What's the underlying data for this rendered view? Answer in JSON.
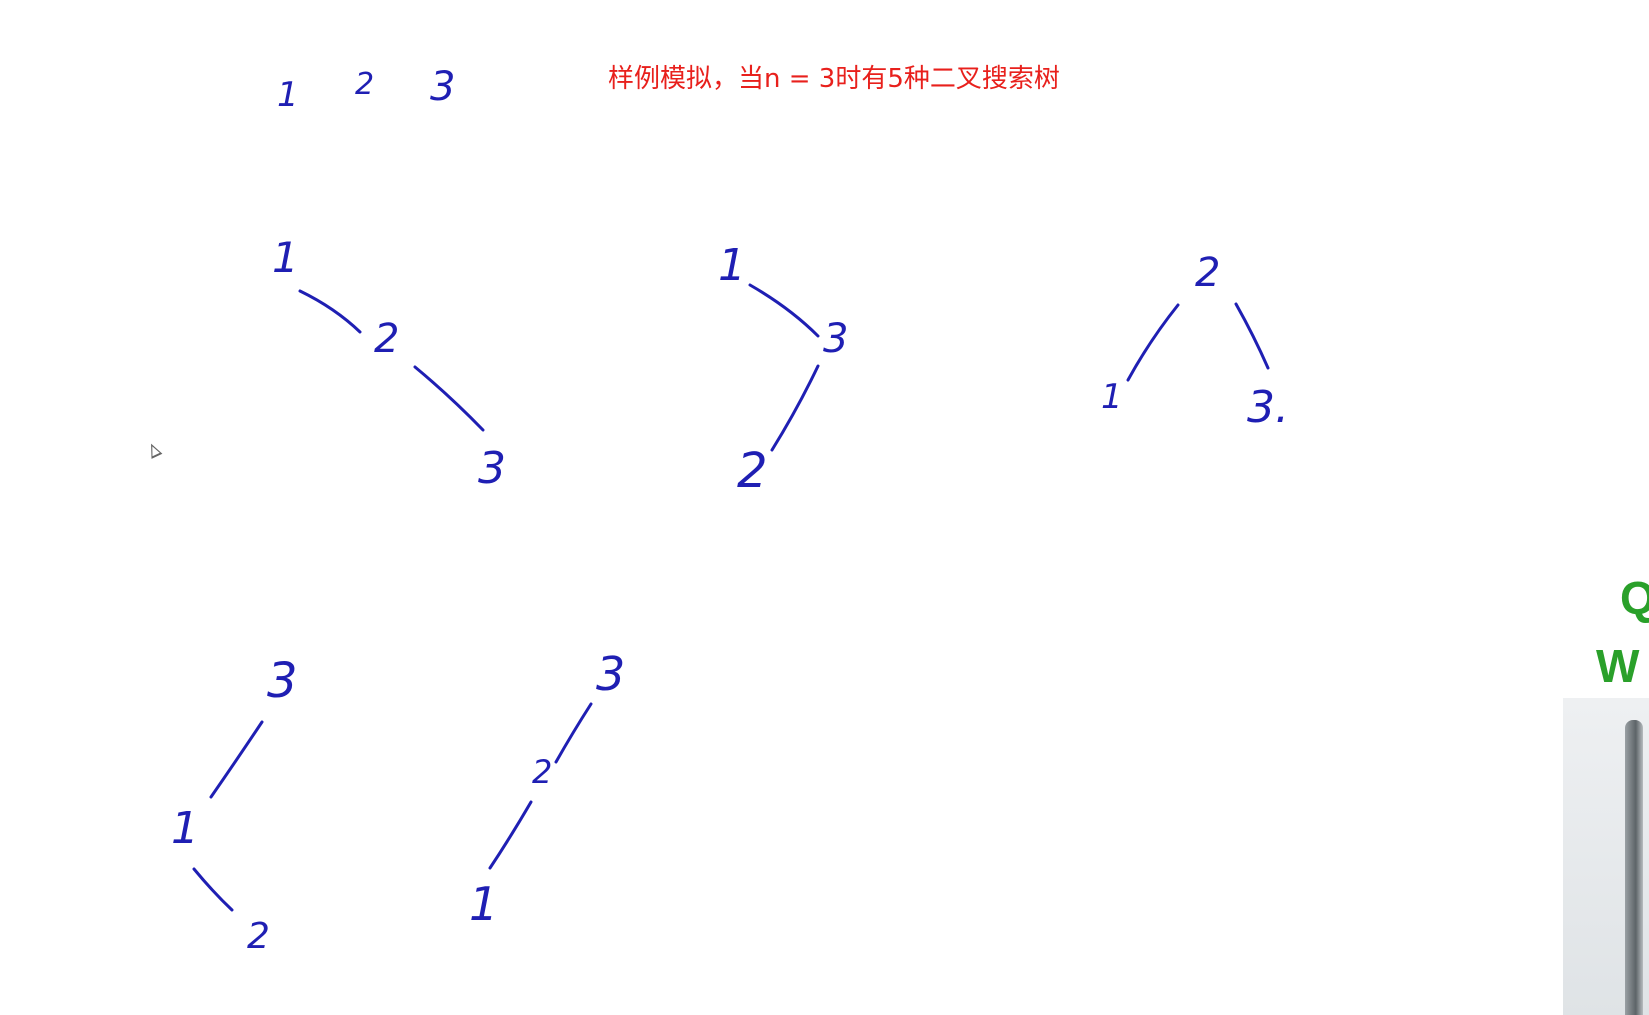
{
  "title": {
    "text": "样例模拟，当n = 3时有5种二叉搜索树",
    "color": "#e8201c"
  },
  "ink_color": "#1f1fb3",
  "header_numbers": [
    "1",
    "2",
    "3"
  ],
  "trees": [
    {
      "nodes": [
        "1",
        "2",
        "3"
      ]
    },
    {
      "nodes": [
        "1",
        "3",
        "2"
      ]
    },
    {
      "nodes": [
        "2",
        "1",
        "3."
      ]
    },
    {
      "nodes": [
        "3",
        "1",
        "2"
      ]
    },
    {
      "nodes": [
        "3",
        "2",
        "1"
      ]
    }
  ],
  "side_text": {
    "top": "Q",
    "bottom": "W",
    "color": "#2aa02a"
  }
}
